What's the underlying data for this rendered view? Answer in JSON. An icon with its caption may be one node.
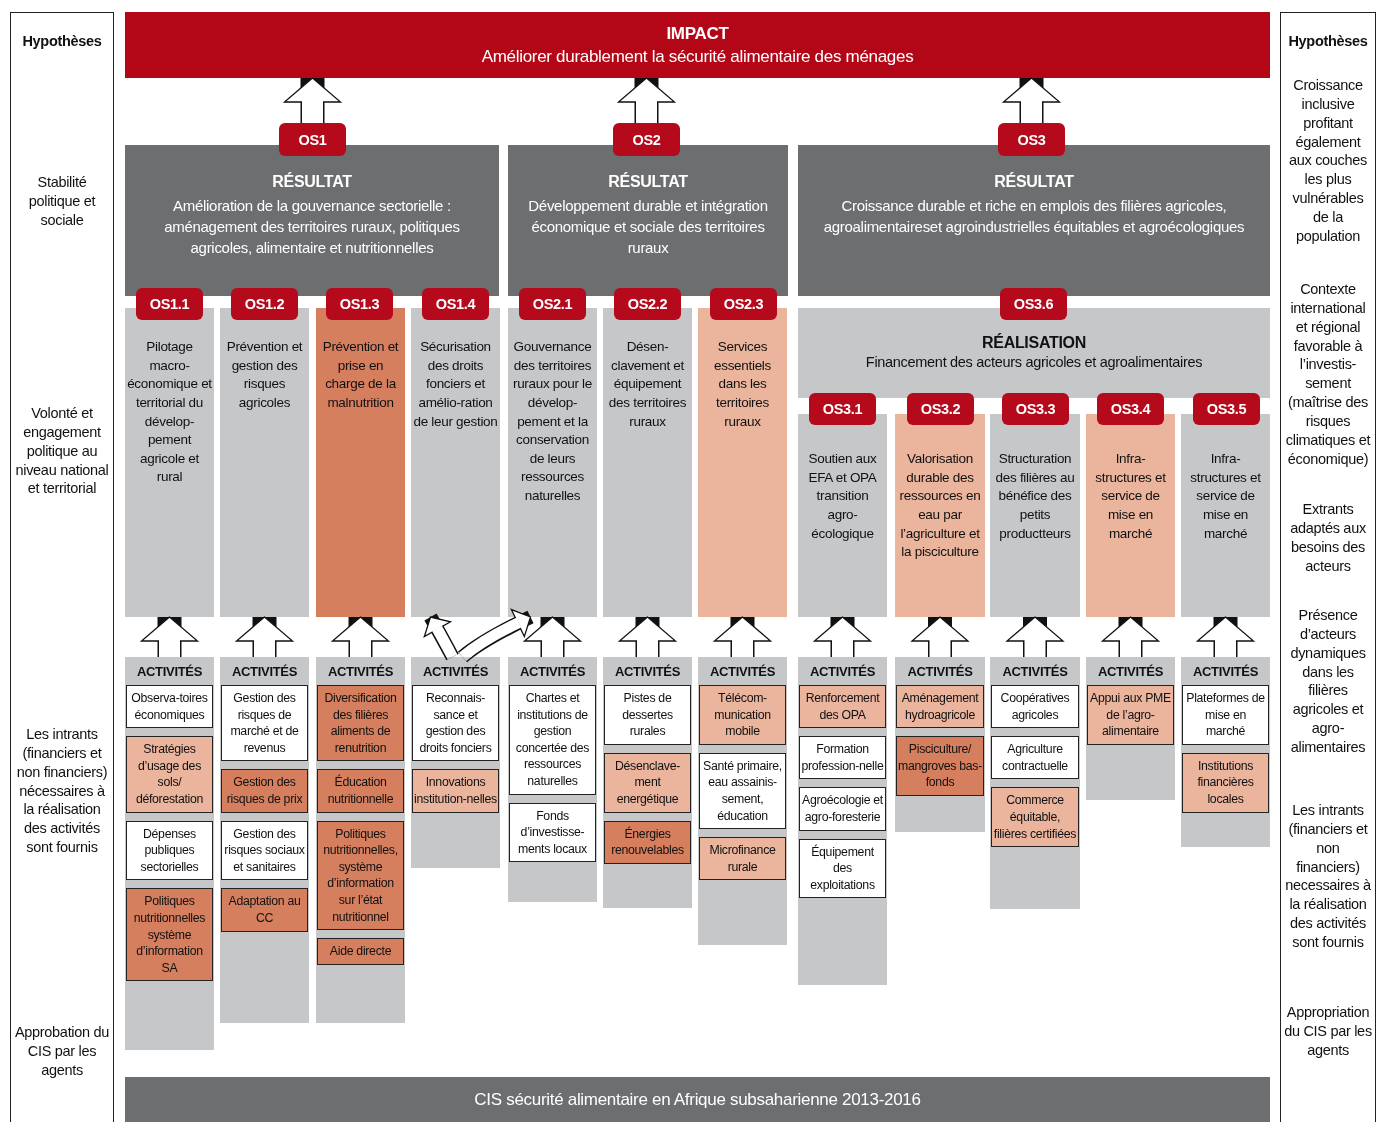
{
  "diagram": {
    "nodes": [
      {
        "text": [
          "Hypothèses",
          "Stabilité politique et sociale",
          "Volonté et engagement politique au niveau national et territorial",
          "Les intrants (financiers et non financiers) nécessaires à la réalisation des activités sont fournis",
          "Approbation du CIS par les agents"
        ]
      },
      {
        "text": [
          "IMPACT",
          "Améliorer durablement la sécurité alimentaire des ménages"
        ]
      },
      {
        "text": [
          "Hypothèses",
          "Croissance inclusive profitant également aux couches les plus vulnérables de la population",
          "Contexte international et régional favorable à l’investis-sement (maîtrise des risques climatiques et économique)",
          "Extrants adaptés aux besoins des acteurs",
          "Présence d’acteurs dynamiques dans les filières agricoles et agro-alimentaires",
          "Les intrants (financiers et non financiers) necessaires à la réalisation des activités sont fournis",
          "Appropriation du CIS par les agents"
        ]
      },
      {
        "text": [
          "OS1"
        ]
      },
      {
        "text": [
          "RÉSULTAT",
          "Amélioration de la gouvernance sectorielle : aménagement des territoires ruraux, politiques agricoles, alimentaire et nutritionnelles"
        ]
      },
      {
        "text": [
          "OS2"
        ]
      },
      {
        "text": [
          "RÉSULTAT",
          "Développement durable et intégration économique et sociale des territoires ruraux"
        ]
      },
      {
        "text": [
          "OS3"
        ]
      },
      {
        "text": [
          "RÉSULTAT",
          "Croissance durable et riche en emplois des filières agricoles, agroalimentaireset agroindustrielles équitables et agroécologiques"
        ]
      },
      {
        "text": [
          "OS1.1"
        ]
      },
      {
        "text": [
          "Pilotage macro-économique et territorial du dévelop-pement agricole et rural"
        ]
      },
      {
        "text": [
          "OS1.2"
        ]
      },
      {
        "text": [
          "Prévention et gestion des risques agricoles"
        ]
      },
      {
        "text": [
          "OS1.3"
        ]
      },
      {
        "text": [
          "Prévention et prise en charge de la malnutrition"
        ]
      },
      {
        "text": [
          "OS1.4"
        ]
      },
      {
        "text": [
          "Sécurisation des droits fonciers et amélio-ration de leur gestion"
        ]
      },
      {
        "text": [
          "OS2.1"
        ]
      },
      {
        "text": [
          "Gouvernance des territoires ruraux pour le dévelop-pement et la conservation de leurs ressources naturelles"
        ]
      },
      {
        "text": [
          "OS2.2"
        ]
      },
      {
        "text": [
          "Désen-clavement et équipement des territoires ruraux"
        ]
      },
      {
        "text": [
          "OS2.3"
        ]
      },
      {
        "text": [
          "Services essentiels dans les territoires ruraux"
        ]
      },
      {
        "text": [
          "OS3.6"
        ]
      },
      {
        "text": [
          "RÉALISATION",
          "Financement des acteurs agricoles et agroalimentaires"
        ]
      },
      {
        "text": [
          "OS3.1"
        ]
      },
      {
        "text": [
          "Soutien aux EFA et OPA transition agro-écologique"
        ]
      },
      {
        "text": [
          "OS3.2"
        ]
      },
      {
        "text": [
          "Valorisation durable des ressources en eau par l’agriculture et la pisciculture"
        ]
      },
      {
        "text": [
          "OS3.3"
        ]
      },
      {
        "text": [
          "Structuration des filières au bénéfice des petits productteurs"
        ]
      },
      {
        "text": [
          "OS3.4"
        ]
      },
      {
        "text": [
          "Infra-structures et service de mise en marché"
        ]
      },
      {
        "text": [
          "OS3.5"
        ]
      },
      {
        "text": [
          "Infra-structures et service de mise en marché"
        ]
      },
      {
        "text": [
          "ACTIVITÉS"
        ]
      },
      {
        "text": [
          "Observa-toires économiques"
        ],
        "in": 35
      },
      {
        "text": [
          "Stratégies d’usage des sols/ déforestation"
        ],
        "in": 35
      },
      {
        "text": [
          "Dépenses publiques sectorielles"
        ],
        "in": 35
      },
      {
        "text": [
          "Politiques nutritionnelles système d’information SA"
        ],
        "in": 35
      },
      {
        "text": [
          "ACTIVITÉS"
        ]
      },
      {
        "text": [
          "Gestion des risques de marché et de revenus"
        ],
        "in": 40
      },
      {
        "text": [
          "Gestion des risques de prix"
        ],
        "in": 40
      },
      {
        "text": [
          "Gestion des risques sociaux et sanitaires"
        ],
        "in": 40
      },
      {
        "text": [
          "Adaptation au CC"
        ],
        "in": 40
      },
      {
        "text": [
          "ACTIVITÉS"
        ]
      },
      {
        "text": [
          "Diversification des filières aliments de renutrition"
        ],
        "in": 45
      },
      {
        "text": [
          "Éducation nutritionnelle"
        ],
        "in": 45
      },
      {
        "text": [
          "Politiques nutritionnelles, système d’information sur l’état nutritionnel"
        ],
        "in": 45
      },
      {
        "text": [
          "Aide directe"
        ],
        "in": 45
      },
      {
        "text": [
          "ACTIVITÉS"
        ]
      },
      {
        "text": [
          "Reconnais-sance et gestion des droits fonciers"
        ],
        "in": 50
      },
      {
        "text": [
          "Innovations institution-nelles"
        ],
        "in": 50
      },
      {
        "text": [
          "ACTIVITÉS"
        ]
      },
      {
        "text": [
          "Chartes et institutions de gestion concertée des ressources naturelles"
        ],
        "in": 53
      },
      {
        "text": [
          "Fonds d’investisse-ments locaux"
        ],
        "in": 53
      },
      {
        "text": [
          "ACTIVITÉS"
        ]
      },
      {
        "text": [
          "Pistes de dessertes rurales"
        ],
        "in": 56
      },
      {
        "text": [
          "Désenclave-ment energétique"
        ],
        "in": 56
      },
      {
        "text": [
          "Énergies renouvelables"
        ],
        "in": 56
      },
      {
        "text": [
          "ACTIVITÉS"
        ]
      },
      {
        "text": [
          "Télécom-munication mobile"
        ],
        "in": 60
      },
      {
        "text": [
          "Santé primaire, eau assainis-sement, éducation"
        ],
        "in": 60
      },
      {
        "text": [
          "Microfinance rurale"
        ],
        "in": 60
      },
      {
        "text": [
          "ACTIVITÉS"
        ]
      },
      {
        "text": [
          "Renforcement des OPA"
        ],
        "in": 64
      },
      {
        "text": [
          "Formation profession-nelle"
        ],
        "in": 64
      },
      {
        "text": [
          "Agroécologie et agro-foresterie"
        ],
        "in": 64
      },
      {
        "text": [
          "Équipement des exploitations"
        ],
        "in": 64
      },
      {
        "text": [
          "ACTIVITÉS"
        ]
      },
      {
        "text": [
          "Aménagement hydroagricole"
        ],
        "in": 69
      },
      {
        "text": [
          "Pisciculture/ mangroves bas-fonds"
        ],
        "in": 69
      },
      {
        "text": [
          "ACTIVITÉS"
        ]
      },
      {
        "text": [
          "Coopératives agricoles"
        ],
        "in": 72
      },
      {
        "text": [
          "Agriculture contractuelle"
        ],
        "in": 72
      },
      {
        "text": [
          "Commerce équitable, filières certifiées"
        ],
        "in": 72
      },
      {
        "text": [
          "ACTIVITÉS"
        ]
      },
      {
        "text": [
          "Appui aux PME de l’agro-alimentaire"
        ],
        "in": 76
      },
      {
        "text": [
          "ACTIVITÉS"
        ]
      },
      {
        "text": [
          "Plateformes de mise en marché"
        ],
        "in": 78
      },
      {
        "text": [
          "Institutions financières locales"
        ],
        "in": 78
      },
      {
        "text": [
          "CIS sécurité alimentaire en Afrique subsaharienne 2013-2016"
        ]
      }
    ],
    "edges": [
      {
        "from": 3,
        "to": 1,
        "arrow": "to"
      },
      {
        "from": 5,
        "to": 1,
        "arrow": "to"
      },
      {
        "from": 7,
        "to": 1,
        "arrow": "to"
      },
      {
        "from": 35,
        "to": 10,
        "arrow": "to"
      },
      {
        "from": 40,
        "to": 12,
        "arrow": "to"
      },
      {
        "from": 45,
        "to": 14,
        "arrow": "to"
      },
      {
        "from": 50,
        "to": 16,
        "arrow": "to"
      },
      {
        "from": 50,
        "to": 18,
        "arrow": "to"
      },
      {
        "from": 53,
        "to": 18,
        "arrow": "to"
      },
      {
        "from": 56,
        "to": 20,
        "arrow": "to"
      },
      {
        "from": 60,
        "to": 22,
        "arrow": "to"
      },
      {
        "from": 64,
        "to": 26,
        "arrow": "to"
      },
      {
        "from": 69,
        "to": 28,
        "arrow": "to"
      },
      {
        "from": 72,
        "to": 30,
        "arrow": "to"
      },
      {
        "from": 76,
        "to": 32,
        "arrow": "to"
      },
      {
        "from": 78,
        "to": 34,
        "arrow": "to"
      }
    ]
  }
}
